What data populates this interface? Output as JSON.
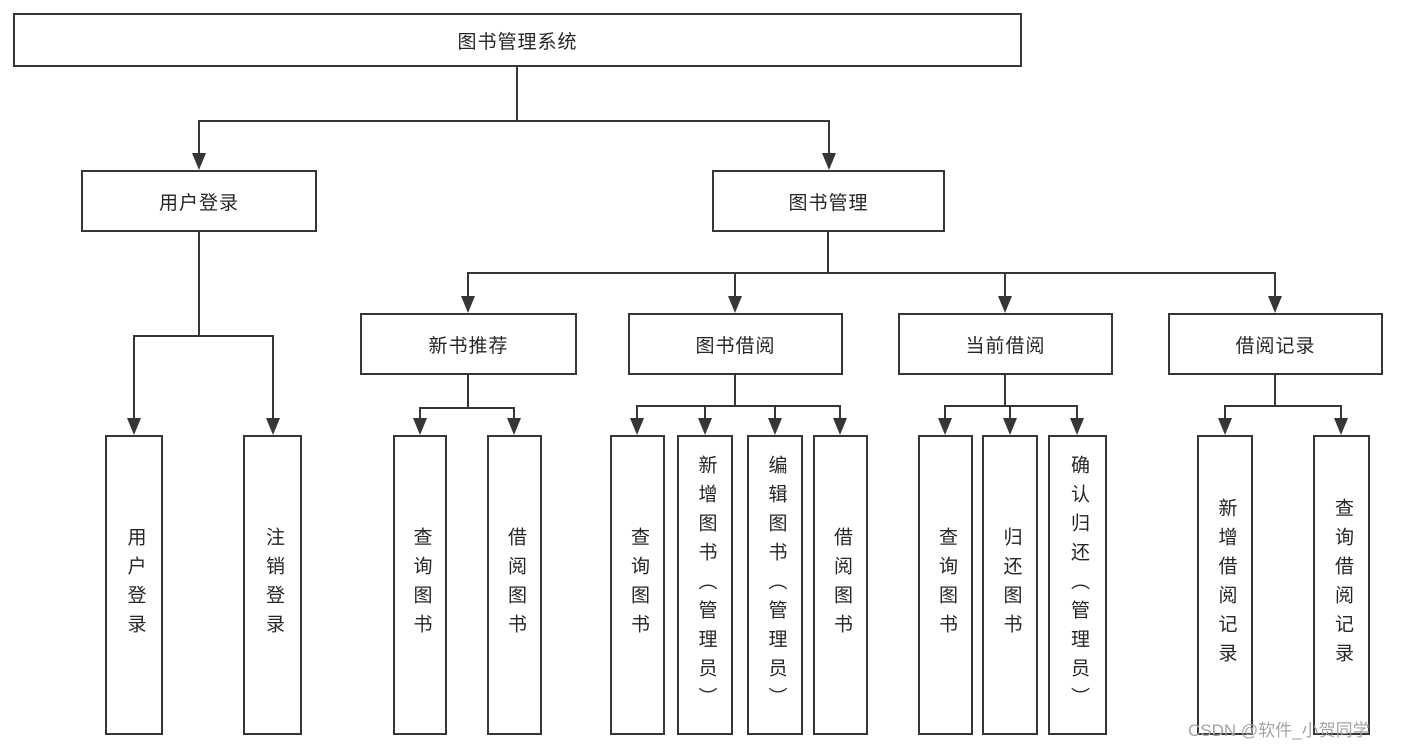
{
  "tree": {
    "root": "图书管理系统",
    "children": [
      {
        "label": "用户登录",
        "children": [
          {
            "label": "用户登录"
          },
          {
            "label": "注销登录"
          }
        ]
      },
      {
        "label": "图书管理",
        "children": [
          {
            "label": "新书推荐",
            "children": [
              {
                "label": "查询图书"
              },
              {
                "label": "借阅图书"
              }
            ]
          },
          {
            "label": "图书借阅",
            "children": [
              {
                "label": "查询图书"
              },
              {
                "label": "新增图书（管理员）"
              },
              {
                "label": "编辑图书（管理员）"
              },
              {
                "label": "借阅图书"
              }
            ]
          },
          {
            "label": "当前借阅",
            "children": [
              {
                "label": "查询图书"
              },
              {
                "label": "归还图书"
              },
              {
                "label": "确认归还（管理员）"
              }
            ]
          },
          {
            "label": "借阅记录",
            "children": [
              {
                "label": "新增借阅记录"
              },
              {
                "label": "查询借阅记录"
              }
            ]
          }
        ]
      }
    ]
  },
  "watermark": "CSDN @软件_小贺同学",
  "colors": {
    "line": "#363636",
    "text": "#262626",
    "watermark": "#a3a3a3",
    "background": "#ffffff"
  }
}
